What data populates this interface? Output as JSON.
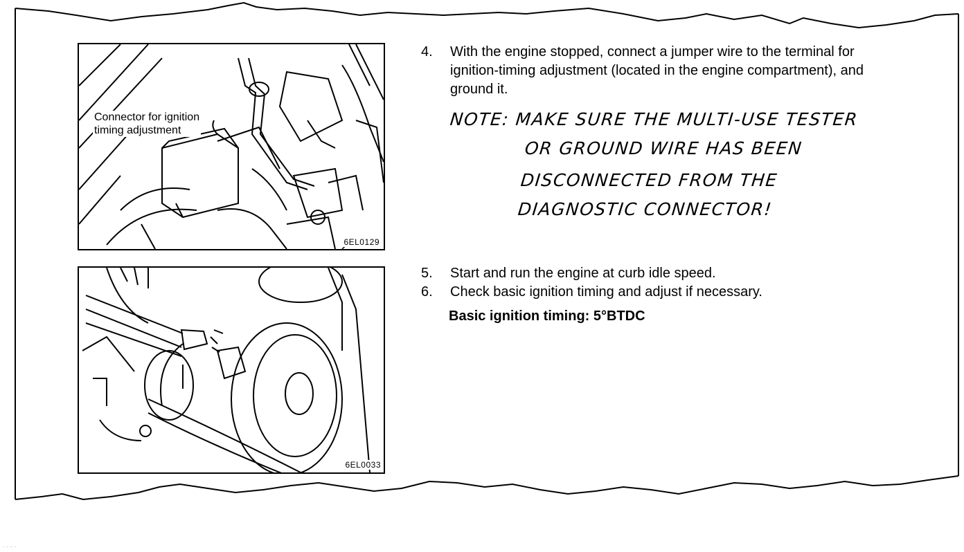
{
  "figures": [
    {
      "code": "6EL0129",
      "callout": [
        "Connector for ignition",
        "timing adjustment"
      ]
    },
    {
      "code": "6EL0033"
    }
  ],
  "steps": {
    "step4": {
      "num": "4.",
      "text": "With the engine stopped, connect a jumper wire to the terminal for ignition-timing adjustment (located in the engine compartment), and ground it."
    },
    "step5": {
      "num": "5.",
      "text": "Start and run the engine at curb idle speed."
    },
    "step6": {
      "num": "6.",
      "text": "Check basic ignition timing and adjust if necessary."
    },
    "spec": "Basic ignition timing: 5°BTDC"
  },
  "handwritten_note": [
    "NOTE: MAKE SURE THE MULTI-USE TESTER",
    "OR GROUND WIRE HAS BEEN",
    "DISCONNECTED FROM THE",
    "DIAGNOSTIC CONNECTOR!"
  ]
}
